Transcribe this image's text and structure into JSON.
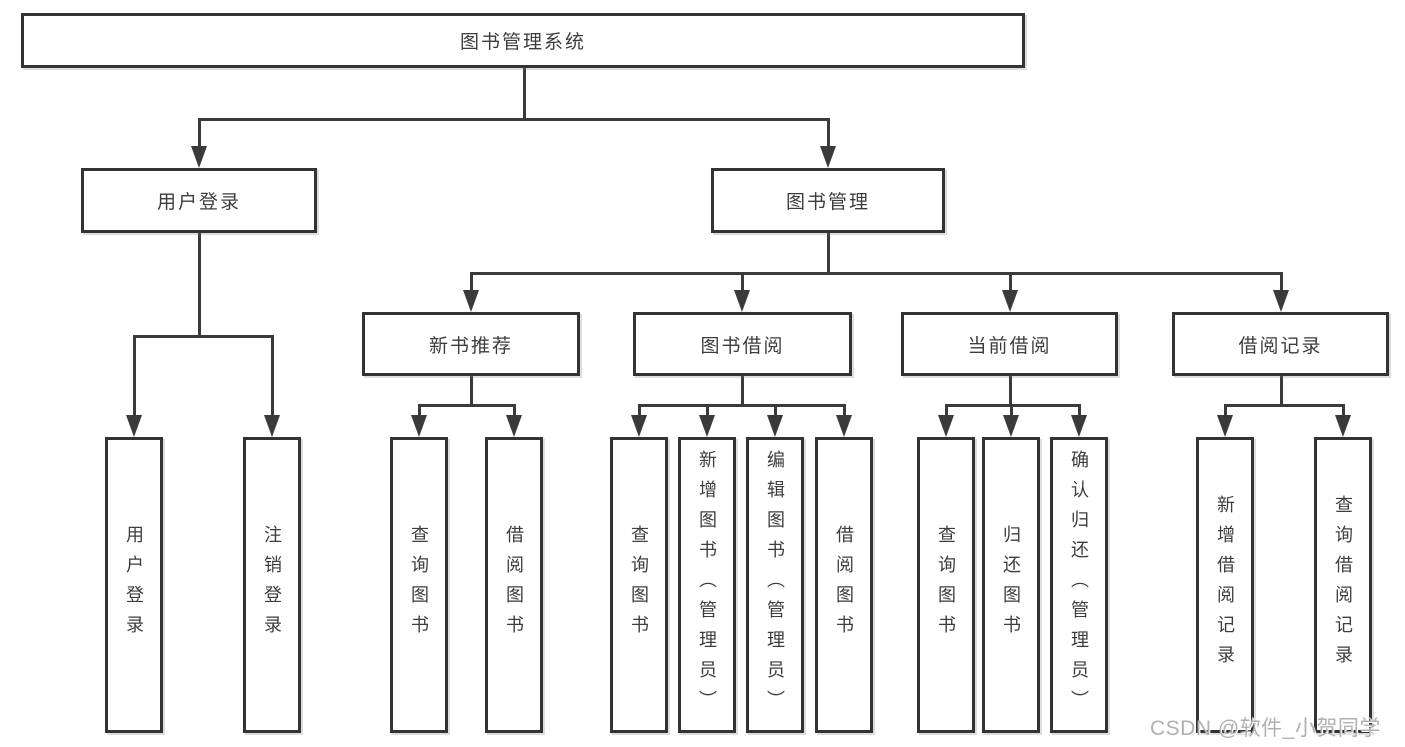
{
  "tree": {
    "label": "图书管理系统",
    "children": [
      {
        "label": "用户登录",
        "children": [
          {
            "label": "用户登录"
          },
          {
            "label": "注销登录"
          }
        ]
      },
      {
        "label": "图书管理",
        "children": [
          {
            "label": "新书推荐",
            "children": [
              {
                "label": "查询图书"
              },
              {
                "label": "借阅图书"
              }
            ]
          },
          {
            "label": "图书借阅",
            "children": [
              {
                "label": "查询图书"
              },
              {
                "label": "新增图书（管理员）"
              },
              {
                "label": "编辑图书（管理员）"
              },
              {
                "label": "借阅图书"
              }
            ]
          },
          {
            "label": "当前借阅",
            "children": [
              {
                "label": "查询图书"
              },
              {
                "label": "归还图书"
              },
              {
                "label": "确认归还（管理员）"
              }
            ]
          },
          {
            "label": "借阅记录",
            "children": [
              {
                "label": "新增借阅记录"
              },
              {
                "label": "查询借阅记录"
              }
            ]
          }
        ]
      }
    ]
  },
  "watermark": {
    "text": "CSDN @软件_小贺同学"
  },
  "colors": {
    "line": "#3a3a3a",
    "box_border": "#333333",
    "text": "#3d3d3d",
    "background": "#ffffff",
    "watermark": "#b0b0b0"
  }
}
